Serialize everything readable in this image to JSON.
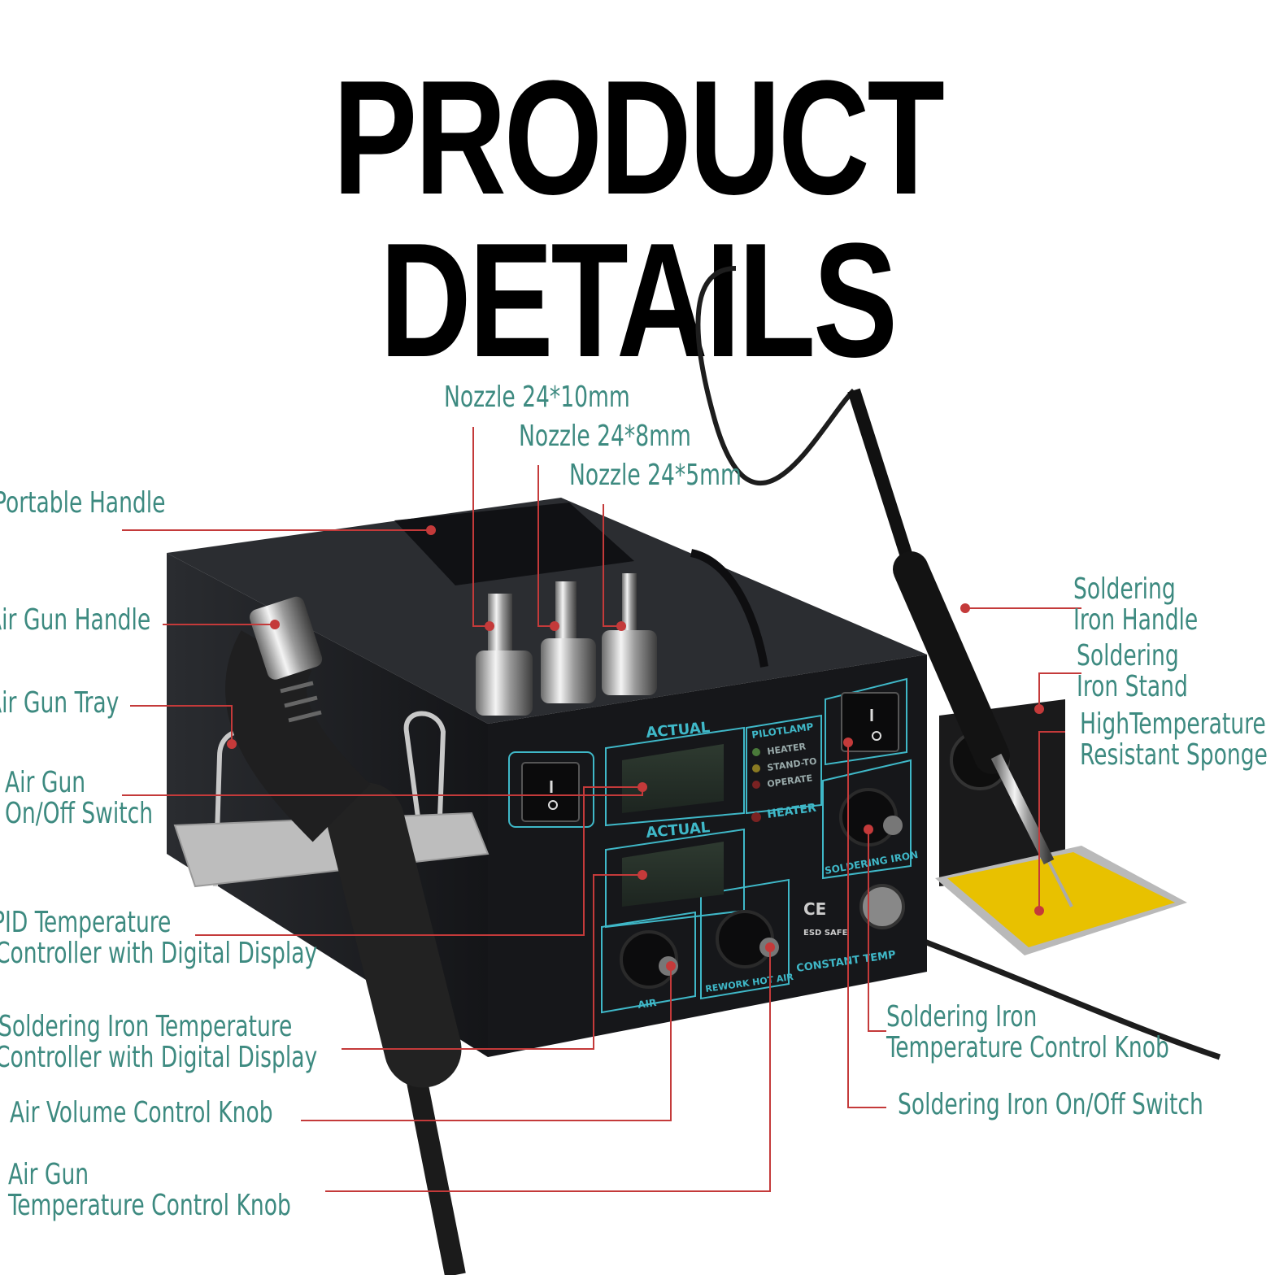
{
  "title": "PRODUCT DETAILS",
  "colors": {
    "label_text": "#3d8a80",
    "leader_line": "#c43a3a",
    "panel_line": "#3fb8c8",
    "device_body": "#1c1e21",
    "sponge": "#e8c100"
  },
  "labels": {
    "nozzle_10": "Nozzle 24*10mm",
    "nozzle_8": "Nozzle 24*8mm",
    "nozzle_5": "Nozzle 24*5mm",
    "portable_handle": "Portable Handle",
    "air_gun_handle": "Air Gun Handle",
    "air_gun_tray": "Air Gun Tray",
    "air_gun_switch_1": "Air Gun",
    "air_gun_switch_2": "On/Off Switch",
    "pid_controller_1": "PID Temperature",
    "pid_controller_2": "Controller with Digital Display",
    "iron_controller_1": "Soldering Iron Temperature",
    "iron_controller_2": "Controller with Digital Display",
    "air_volume_knob": "Air Volume Control Knob",
    "air_temp_knob_1": "Air Gun",
    "air_temp_knob_2": "Temperature Control Knob",
    "iron_handle_1": "Soldering",
    "iron_handle_2": "Iron Handle",
    "iron_stand_1": "Soldering",
    "iron_stand_2": "Iron Stand",
    "sponge_1": "HighTemperature",
    "sponge_2": "Resistant Sponge",
    "iron_temp_knob_1": "Soldering Iron",
    "iron_temp_knob_2": "Temperature Control Knob",
    "iron_switch": "Soldering Iron On/Off Switch"
  },
  "panel_text": {
    "actual_top": "ACTUAL",
    "actual_bottom": "ACTUAL",
    "pilotlamp": "PILOTLAMP",
    "heater": "HEATER",
    "standby": "STAND-TO",
    "operate": "OPERATE",
    "heater_2": "HEATER",
    "air": "AIR",
    "rework_hot_air": "REWORK HOT AIR",
    "constant_temp": "CONSTANT TEMP",
    "soldering_iron": "SOLDERING IRON",
    "ce": "CE",
    "esd_safe": "ESD SAFE"
  }
}
